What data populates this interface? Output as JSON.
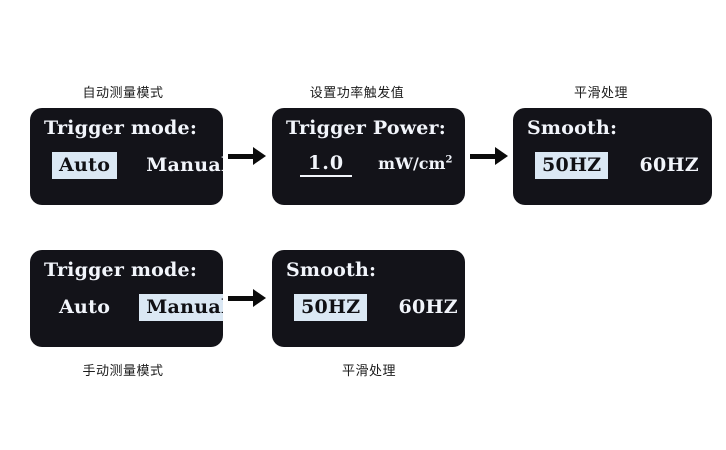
{
  "captions": {
    "auto_mode": "自动测量模式",
    "set_trigger_power": "设置功率触发值",
    "smooth_top": "平滑处理",
    "manual_mode": "手动测量模式",
    "smooth_bottom": "平滑处理"
  },
  "colors": {
    "screen_background": "#131319",
    "screen_text": "#f2f5fb",
    "highlight_background": "#dbe8f4",
    "highlight_text": "#101014",
    "arrow": "#0b0b0b",
    "page_background": "#ffffff",
    "caption_text": "#1c1c1c"
  },
  "screens": {
    "trigger_mode_auto": {
      "title": "Trigger mode:",
      "options": [
        {
          "label": "Auto",
          "selected": true
        },
        {
          "label": "Manual",
          "selected": false
        }
      ]
    },
    "trigger_power": {
      "title": "Trigger Power:",
      "value": "1.0",
      "unit_base": "mW/cm",
      "unit_exponent": "2"
    },
    "smooth_top": {
      "title": "Smooth:",
      "options": [
        {
          "label": "50HZ",
          "selected": true
        },
        {
          "label": "60HZ",
          "selected": false
        }
      ]
    },
    "trigger_mode_manual": {
      "title": "Trigger mode:",
      "options": [
        {
          "label": "Auto",
          "selected": false
        },
        {
          "label": "Manual",
          "selected": true
        }
      ]
    },
    "smooth_bottom": {
      "title": "Smooth:",
      "options": [
        {
          "label": "50HZ",
          "selected": true
        },
        {
          "label": "60HZ",
          "selected": false
        }
      ]
    }
  },
  "arrows": [
    {
      "name": "arrow-auto-to-power",
      "direction": "right"
    },
    {
      "name": "arrow-power-to-smooth",
      "direction": "right"
    },
    {
      "name": "arrow-manual-to-smooth",
      "direction": "right"
    }
  ]
}
